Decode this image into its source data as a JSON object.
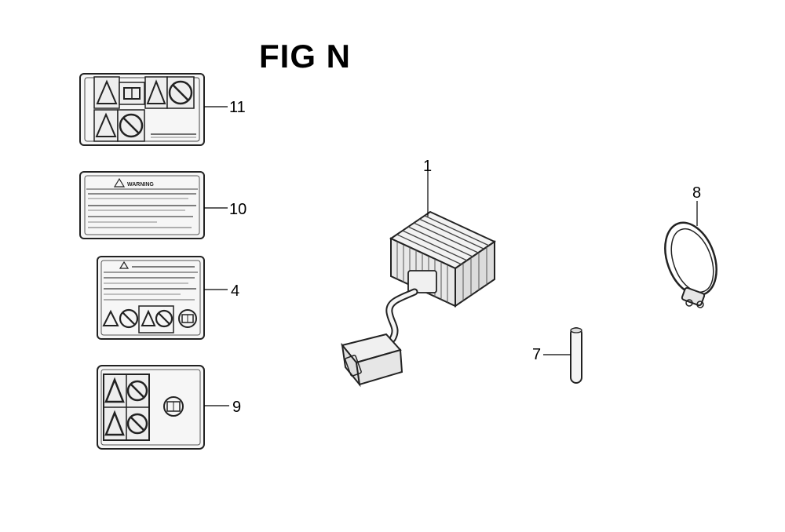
{
  "figure": {
    "title": "FIG N"
  },
  "callouts": {
    "c1": "1",
    "c4": "4",
    "c7": "7",
    "c8": "8",
    "c9": "9",
    "c10": "10",
    "c11": "11"
  },
  "label_10": {
    "header": "WARNING"
  },
  "icons": {
    "warning": "warning-triangle-icon",
    "prohibit": "prohibition-circle-icon",
    "manual": "manual-book-icon"
  }
}
